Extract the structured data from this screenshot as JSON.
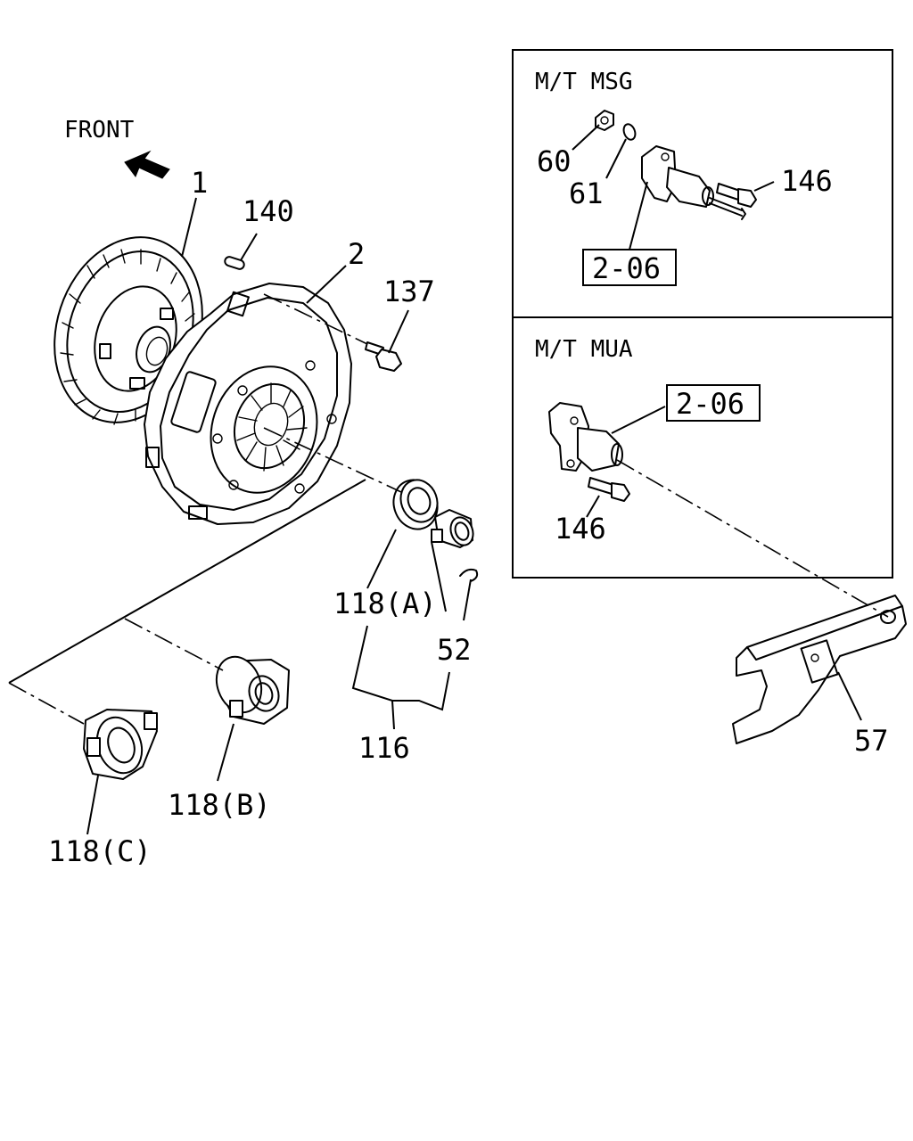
{
  "front_label": "FRONT",
  "inset_top": {
    "title": "M/T MSG",
    "labels": {
      "nut": "60",
      "washer": "61",
      "bolt": "146",
      "ref": "2-06"
    }
  },
  "inset_bottom": {
    "title": "M/T MUA",
    "labels": {
      "ref": "2-06",
      "bolt": "146"
    }
  },
  "callouts": {
    "disc": "1",
    "pin": "140",
    "cover": "2",
    "cover_bolt": "137",
    "bearing_a": "118(A)",
    "clip": "52",
    "bearing_set": "116",
    "bearing_b": "118(B)",
    "bearing_c": "118(C)",
    "fork": "57"
  }
}
